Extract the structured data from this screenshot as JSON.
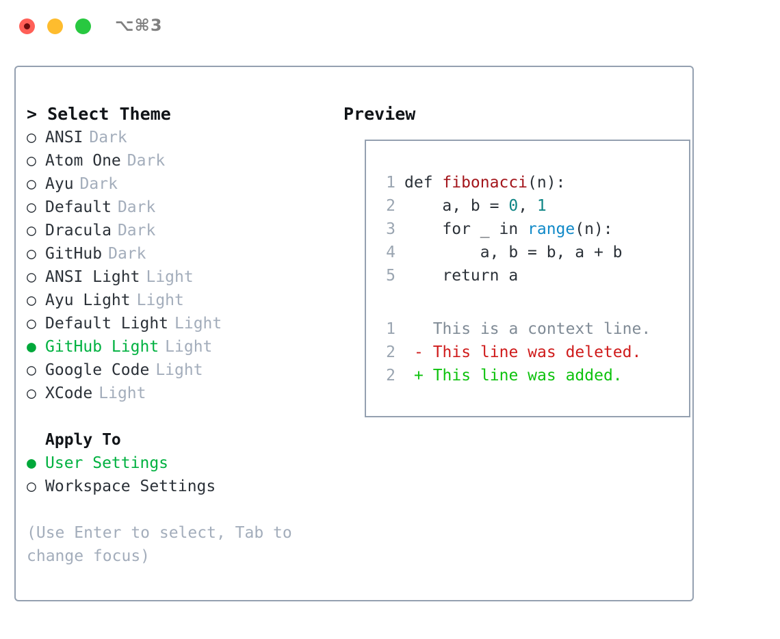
{
  "window": {
    "shortcut": "⌥⌘3",
    "buttons": [
      {
        "name": "close",
        "color": "#ff5f57"
      },
      {
        "name": "minimize",
        "color": "#febc2e"
      },
      {
        "name": "maximize",
        "color": "#28c840"
      }
    ]
  },
  "theme_panel": {
    "title": "Select Theme",
    "caret": ">",
    "marker_unselected": "○",
    "marker_selected": "●",
    "items": [
      {
        "label": "ANSI",
        "tag": "Dark",
        "selected": false
      },
      {
        "label": "Atom One",
        "tag": "Dark",
        "selected": false
      },
      {
        "label": "Ayu",
        "tag": "Dark",
        "selected": false
      },
      {
        "label": "Default",
        "tag": "Dark",
        "selected": false
      },
      {
        "label": "Dracula",
        "tag": "Dark",
        "selected": false
      },
      {
        "label": "GitHub",
        "tag": "Dark",
        "selected": false
      },
      {
        "label": "ANSI Light",
        "tag": "Light",
        "selected": false
      },
      {
        "label": "Ayu Light",
        "tag": "Light",
        "selected": false
      },
      {
        "label": "Default Light",
        "tag": "Light",
        "selected": false
      },
      {
        "label": "GitHub Light",
        "tag": "Light",
        "selected": true
      },
      {
        "label": "Google Code",
        "tag": "Light",
        "selected": false
      },
      {
        "label": "XCode",
        "tag": "Light",
        "selected": false
      }
    ]
  },
  "apply_to": {
    "title": "Apply To",
    "options": [
      {
        "label": "User Settings",
        "selected": true
      },
      {
        "label": "Workspace Settings",
        "selected": false
      }
    ]
  },
  "hint": "(Use Enter to select, Tab to change focus)",
  "preview": {
    "title": "Preview",
    "code_lines": [
      {
        "num": "1",
        "tokens": [
          {
            "t": "def ",
            "c": "plain"
          },
          {
            "t": "fibonacci",
            "c": "fn"
          },
          {
            "t": "(n):",
            "c": "plain"
          }
        ]
      },
      {
        "num": "2",
        "tokens": [
          {
            "t": "    a, b = ",
            "c": "plain"
          },
          {
            "t": "0",
            "c": "num"
          },
          {
            "t": ", ",
            "c": "plain"
          },
          {
            "t": "1",
            "c": "num"
          }
        ]
      },
      {
        "num": "3",
        "tokens": [
          {
            "t": "    for _ in ",
            "c": "plain"
          },
          {
            "t": "range",
            "c": "call"
          },
          {
            "t": "(n):",
            "c": "plain"
          }
        ]
      },
      {
        "num": "4",
        "tokens": [
          {
            "t": "        a, b = b, a + b",
            "c": "plain"
          }
        ]
      },
      {
        "num": "5",
        "tokens": [
          {
            "t": "    return a",
            "c": "plain"
          }
        ]
      }
    ],
    "diff_lines": [
      {
        "num": "1",
        "sign": " ",
        "text": " This is a context line.",
        "kind": "ctx"
      },
      {
        "num": "2",
        "sign": "-",
        "text": " This line was deleted.",
        "kind": "del"
      },
      {
        "num": "2",
        "sign": "+",
        "text": " This line was added.",
        "kind": "add"
      }
    ]
  },
  "colors": {
    "border": "#94a0b0",
    "accent_green": "#00b140",
    "muted": "#a3adbb",
    "line_number": "#9aa5b1",
    "fn_red": "#a3151b",
    "num_teal": "#0e8585",
    "call_blue": "#1089c8",
    "diff_add": "#0ec20e",
    "diff_del": "#cf1b1b",
    "diff_ctx": "#808b96"
  }
}
